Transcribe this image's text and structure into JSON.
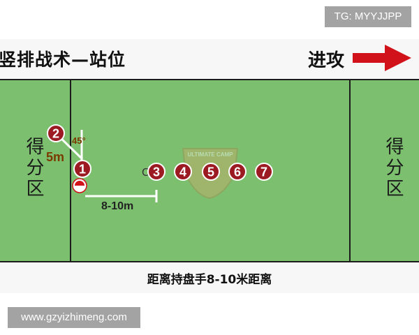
{
  "watermarks": {
    "top_right": "TG: MYYJJPP",
    "bottom_left": "www.gzyizhimeng.com"
  },
  "header": {
    "title": "竖排战术—站位",
    "direction_label": "进攻",
    "direction_icon": "right-arrow-icon",
    "arrow_color": "#d2121b"
  },
  "field": {
    "left_endzone_label": "得分区",
    "right_endzone_label": "得分区",
    "field_color": "#7cc06f",
    "logo_text": "ULTIMATE CAMP"
  },
  "players": [
    {
      "number": "1"
    },
    {
      "number": "2"
    },
    {
      "number": "3"
    },
    {
      "number": "4"
    },
    {
      "number": "5"
    },
    {
      "number": "6"
    },
    {
      "number": "7"
    }
  ],
  "player_color": "#9c1a22",
  "annotations": {
    "angle": "45°",
    "short_distance": "5m",
    "long_distance": "8-10m",
    "disc_marker": "C"
  },
  "footer": {
    "caption": "距离持盘手8-10米距离"
  }
}
